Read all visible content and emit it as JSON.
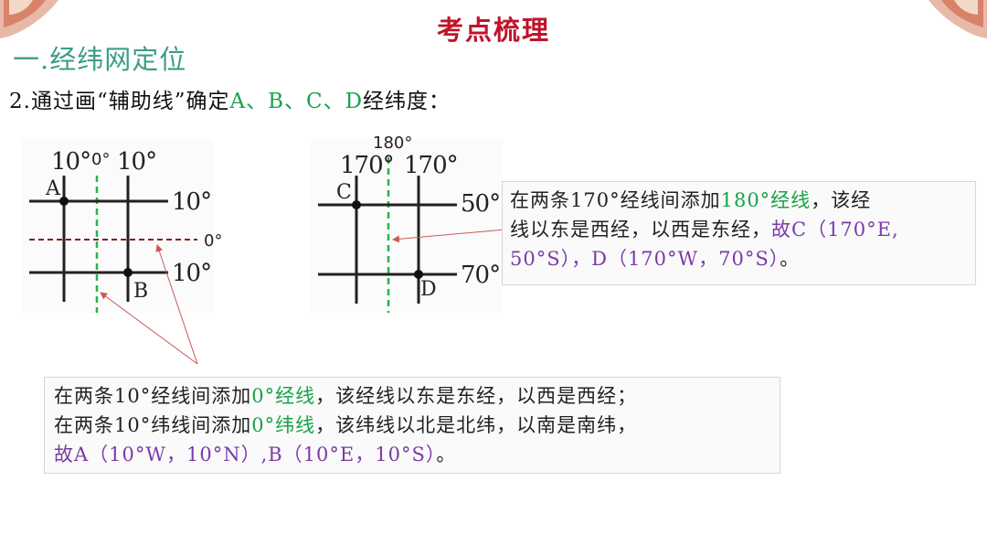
{
  "slide": {
    "title": "考点梳理",
    "section_heading": "一.经纬网定位",
    "question": {
      "prefix": "2.通过画“辅助线”确定",
      "highlight": "A、B、C、D",
      "suffix": "经纬度："
    }
  },
  "figure_left": {
    "labels": {
      "top_left": "10°",
      "top_middle": "0°",
      "top_right": "10°",
      "right_upper": "10°",
      "right_middle": "0°",
      "right_lower": "10°",
      "point_a": "A",
      "point_b": "B"
    }
  },
  "figure_right": {
    "labels": {
      "top_above": "180°",
      "top_left": "170°",
      "top_right": "170°",
      "right_upper": "50°",
      "right_lower": "70°",
      "point_c": "C",
      "point_d": "D"
    }
  },
  "callout_right": {
    "line1_a": " 在两条170°经线间添加",
    "line1_b": "180°经线",
    "line1_c": "，该经",
    "line2_a": "线以东是西经，以西是东经，",
    "line2_b": "故C（170°E,",
    "line3": "50°S），D（170°W，70°S）",
    "line3_end": "。"
  },
  "callout_bottom": {
    "line1_a": "在两条10°经线间添加",
    "line1_b": "0°经线",
    "line1_c": "，该经线以东是东经，以西是西经；",
    "line2_a": "在两条10°纬线间添加",
    "line2_b": "0°纬线",
    "line2_c": "，该纬线以北是北纬，以南是南纬，",
    "line3_a": "故A（10°W，10°N）,B（10°E，10°S）",
    "line3_b": "。"
  },
  "colors": {
    "title": "#c0132a",
    "heading": "#3b9e86",
    "highlight_green": "#19a34a",
    "answer_purple": "#7b3aa8",
    "equator_line": "#8b1a1a",
    "leader_line": "#c85a5a"
  }
}
